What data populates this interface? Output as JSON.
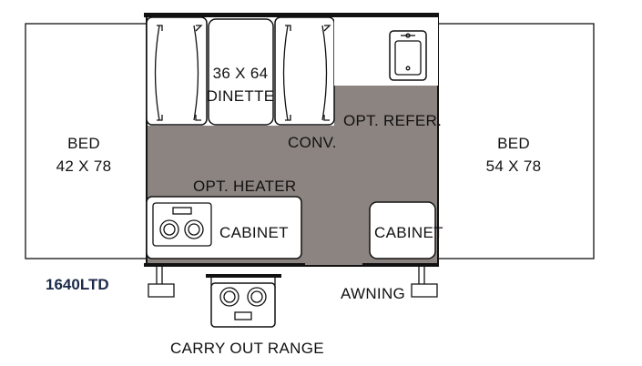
{
  "colors": {
    "floor": "#8c8480",
    "line": "#111111",
    "model": "#1c2a4a"
  },
  "labels": {
    "bed_left": [
      "BED",
      "42 X 78"
    ],
    "bed_right": [
      "BED",
      "54 X 78"
    ],
    "dinette": [
      "36 X 64",
      "DINETTE"
    ],
    "conv": "CONV.",
    "opt_refer": "OPT. REFER.",
    "opt_heater": "OPT. HEATER",
    "cabinet_left": "CABINET",
    "cabinet_right": "CABINET",
    "awning": "AWNING",
    "carry_out_range": "CARRY OUT RANGE",
    "model": "1640LTD"
  }
}
